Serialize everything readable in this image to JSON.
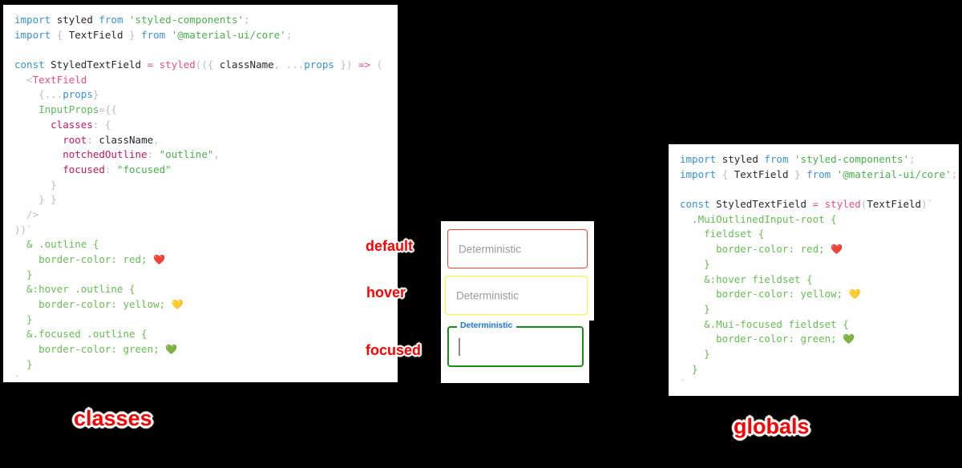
{
  "background_color": "#000000",
  "panels": {
    "classes": {
      "caption": "classes",
      "caption_color": "#fe0000",
      "code_lines": [
        [
          {
            "t": "import ",
            "c": "kw"
          },
          {
            "t": "styled ",
            "c": "plain"
          },
          {
            "t": "from ",
            "c": "kw"
          },
          {
            "t": "'styled-components'",
            "c": "str"
          },
          {
            "t": ";",
            "c": "punc"
          }
        ],
        [
          {
            "t": "import ",
            "c": "kw"
          },
          {
            "t": "{ ",
            "c": "punc"
          },
          {
            "t": "TextField ",
            "c": "plain"
          },
          {
            "t": "} ",
            "c": "punc"
          },
          {
            "t": "from ",
            "c": "kw"
          },
          {
            "t": "'@material-ui/core'",
            "c": "str"
          },
          {
            "t": ";",
            "c": "punc"
          }
        ],
        [],
        [
          {
            "t": "const ",
            "c": "kw"
          },
          {
            "t": "StyledTextField ",
            "c": "plain"
          },
          {
            "t": "= ",
            "c": "op"
          },
          {
            "t": "styled",
            "c": "fn"
          },
          {
            "t": "((",
            "c": "punc"
          },
          {
            "t": "{ ",
            "c": "punc"
          },
          {
            "t": "className",
            "c": "plain"
          },
          {
            "t": ", ",
            "c": "punc"
          },
          {
            "t": "...",
            "c": "punc"
          },
          {
            "t": "props ",
            "c": "var"
          },
          {
            "t": "}) ",
            "c": "punc"
          },
          {
            "t": "=> ",
            "c": "op"
          },
          {
            "t": "(",
            "c": "punc"
          }
        ],
        [
          {
            "t": "  ",
            "c": "plain"
          },
          {
            "t": "<",
            "c": "punc"
          },
          {
            "t": "TextField",
            "c": "tag"
          }
        ],
        [
          {
            "t": "    ",
            "c": "plain"
          },
          {
            "t": "{",
            "c": "punc"
          },
          {
            "t": "...",
            "c": "punc"
          },
          {
            "t": "props",
            "c": "var"
          },
          {
            "t": "}",
            "c": "punc"
          }
        ],
        [
          {
            "t": "    ",
            "c": "plain"
          },
          {
            "t": "InputProps",
            "c": "green"
          },
          {
            "t": "={{",
            "c": "punc"
          }
        ],
        [
          {
            "t": "      ",
            "c": "plain"
          },
          {
            "t": "classes",
            "c": "prop"
          },
          {
            "t": ": {",
            "c": "punc"
          }
        ],
        [
          {
            "t": "        ",
            "c": "plain"
          },
          {
            "t": "root",
            "c": "prop"
          },
          {
            "t": ": ",
            "c": "punc"
          },
          {
            "t": "className",
            "c": "plain"
          },
          {
            "t": ",",
            "c": "punc"
          }
        ],
        [
          {
            "t": "        ",
            "c": "plain"
          },
          {
            "t": "notchedOutline",
            "c": "prop"
          },
          {
            "t": ": ",
            "c": "punc"
          },
          {
            "t": "\"outline\"",
            "c": "str"
          },
          {
            "t": ",",
            "c": "punc"
          }
        ],
        [
          {
            "t": "        ",
            "c": "plain"
          },
          {
            "t": "focused",
            "c": "prop"
          },
          {
            "t": ": ",
            "c": "punc"
          },
          {
            "t": "\"focused\"",
            "c": "str"
          }
        ],
        [
          {
            "t": "      }",
            "c": "punc"
          }
        ],
        [
          {
            "t": "    } }",
            "c": "punc"
          }
        ],
        [
          {
            "t": "  />",
            "c": "punc"
          }
        ],
        [
          {
            "t": "))",
            "c": "punc"
          },
          {
            "t": "`",
            "c": "backtick"
          }
        ],
        [
          {
            "t": "  & .outline {",
            "c": "css"
          }
        ],
        [
          {
            "t": "    border-color: red; ",
            "c": "css"
          },
          {
            "t": "❤️",
            "c": "emoji"
          }
        ],
        [
          {
            "t": "  }",
            "c": "css"
          }
        ],
        [
          {
            "t": "  &:hover .outline {",
            "c": "css"
          }
        ],
        [
          {
            "t": "    border-color: yellow; ",
            "c": "css"
          },
          {
            "t": "💛",
            "c": "emoji"
          }
        ],
        [
          {
            "t": "  }",
            "c": "css"
          }
        ],
        [
          {
            "t": "  &.focused .outline {",
            "c": "css"
          }
        ],
        [
          {
            "t": "    border-color: green; ",
            "c": "css"
          },
          {
            "t": "💚",
            "c": "emoji"
          }
        ],
        [
          {
            "t": "  }",
            "c": "css"
          }
        ],
        [
          {
            "t": "`",
            "c": "backtick"
          }
        ],
        [
          {
            "t": " ;",
            "c": "punc"
          }
        ]
      ]
    },
    "globals": {
      "caption": "globals",
      "caption_color": "#fe0000",
      "code_lines": [
        [
          {
            "t": "import ",
            "c": "kw"
          },
          {
            "t": "styled ",
            "c": "plain"
          },
          {
            "t": "from ",
            "c": "kw"
          },
          {
            "t": "'styled-components'",
            "c": "str"
          },
          {
            "t": ";",
            "c": "punc"
          }
        ],
        [
          {
            "t": "import ",
            "c": "kw"
          },
          {
            "t": "{ ",
            "c": "punc"
          },
          {
            "t": "TextField ",
            "c": "plain"
          },
          {
            "t": "} ",
            "c": "punc"
          },
          {
            "t": "from ",
            "c": "kw"
          },
          {
            "t": "'@material-ui/core'",
            "c": "str"
          },
          {
            "t": ";",
            "c": "punc"
          }
        ],
        [],
        [
          {
            "t": "const ",
            "c": "kw"
          },
          {
            "t": "StyledTextField ",
            "c": "plain"
          },
          {
            "t": "= ",
            "c": "op"
          },
          {
            "t": "styled",
            "c": "fn"
          },
          {
            "t": "(",
            "c": "punc"
          },
          {
            "t": "TextField",
            "c": "plain"
          },
          {
            "t": ")",
            "c": "punc"
          },
          {
            "t": "`",
            "c": "backtick"
          }
        ],
        [
          {
            "t": "  .MuiOutlinedInput-root {",
            "c": "css"
          }
        ],
        [
          {
            "t": "    fieldset {",
            "c": "css"
          }
        ],
        [
          {
            "t": "      border-color: red; ",
            "c": "css"
          },
          {
            "t": "❤️",
            "c": "emoji"
          }
        ],
        [
          {
            "t": "    }",
            "c": "css"
          }
        ],
        [
          {
            "t": "    &:hover fieldset {",
            "c": "css"
          }
        ],
        [
          {
            "t": "      border-color: yellow; ",
            "c": "css"
          },
          {
            "t": "💛",
            "c": "emoji"
          }
        ],
        [
          {
            "t": "    }",
            "c": "css"
          }
        ],
        [
          {
            "t": "    &.Mui-focused fieldset {",
            "c": "css"
          }
        ],
        [
          {
            "t": "      border-color: green; ",
            "c": "css"
          },
          {
            "t": "💚",
            "c": "emoji"
          }
        ],
        [
          {
            "t": "    }",
            "c": "css"
          }
        ],
        [
          {
            "t": "  }",
            "c": "css"
          }
        ],
        [
          {
            "t": "`",
            "c": "backtick"
          }
        ],
        [
          {
            "t": " ;",
            "c": "punc"
          }
        ]
      ]
    }
  },
  "demo": {
    "annotations": {
      "default": "default",
      "hover": "hover",
      "focused": "focused"
    },
    "fields": {
      "default": {
        "placeholder": "Deterministic",
        "value": "",
        "border_color": "#f44336",
        "state": "default"
      },
      "hover": {
        "placeholder": "Deterministic",
        "value": "",
        "border_color": "#f6f82e",
        "state": "hover"
      },
      "focused": {
        "label": "Deterministic",
        "value": "",
        "border_color": "#1c8a1c",
        "label_color": "#1976d2",
        "state": "focused"
      }
    }
  }
}
